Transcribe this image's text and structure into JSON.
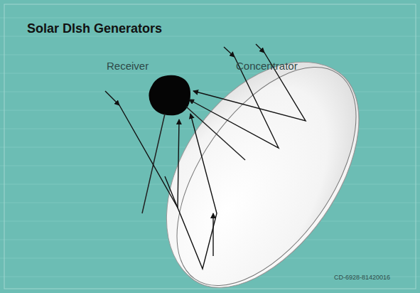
{
  "diagram": {
    "title": "Solar DIsh Generators",
    "labels": [
      "Receiver",
      "Concentrator",
      "CD-6928-81420016"
    ]
  }
}
